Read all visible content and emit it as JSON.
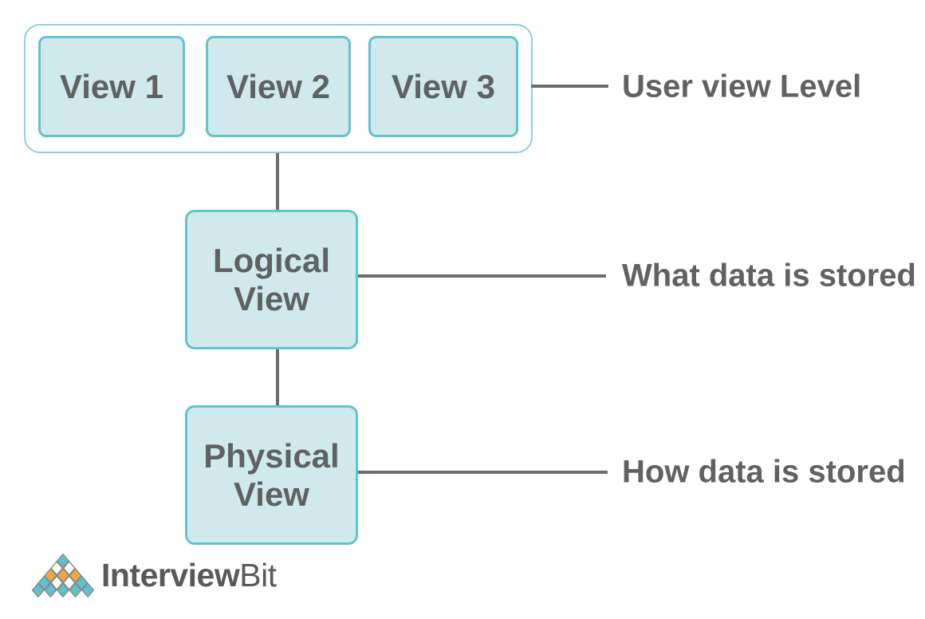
{
  "colors": {
    "box_fill": "#cfe9ec",
    "box_border": "#62c3cd",
    "container_border": "#8bd0d8",
    "line": "#6b6c6e",
    "text": "#5f6163",
    "logo_text": "#58595b",
    "logo_teal": "#5bc3cc",
    "logo_orange": "#f4a843",
    "logo_white": "#ffffff",
    "logo_stroke": "#8a8b8d"
  },
  "diagram": {
    "user_view_boxes": [
      {
        "label": "View 1"
      },
      {
        "label": "View 2"
      },
      {
        "label": "View 3"
      }
    ],
    "user_view_annotation": "User view Level",
    "logical_box_label": "Logical View",
    "logical_annotation": "What data is stored",
    "physical_box_label": "Physical View",
    "physical_annotation": "How data is stored"
  },
  "logo": {
    "brand_bold": "Interview",
    "brand_light": "Bit",
    "pyramid_rows": [
      [
        "teal"
      ],
      [
        "white",
        "white"
      ],
      [
        "orange",
        "orange",
        "orange"
      ],
      [
        "teal",
        "white",
        "white",
        "teal"
      ],
      [
        "teal",
        "teal",
        "teal",
        "teal",
        "teal"
      ]
    ]
  }
}
